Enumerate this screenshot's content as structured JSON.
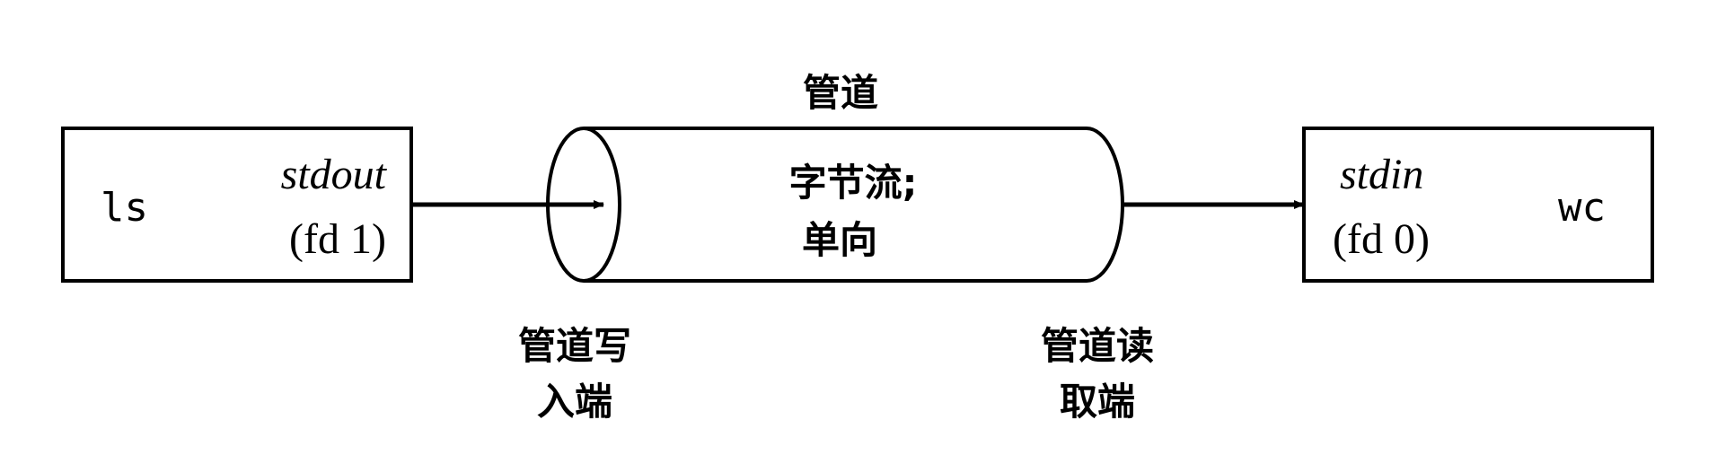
{
  "source_process": {
    "command": "ls",
    "stream_name": "stdout",
    "fd_label": "(fd 1)"
  },
  "pipe": {
    "title": "管道",
    "description_line1": "字节流;",
    "description_line2": "单向",
    "write_end_line1": "管道写",
    "write_end_line2": "入端",
    "read_end_line1": "管道读",
    "read_end_line2": "取端"
  },
  "dest_process": {
    "command": "wc",
    "stream_name": "stdin",
    "fd_label": "(fd 0)"
  }
}
